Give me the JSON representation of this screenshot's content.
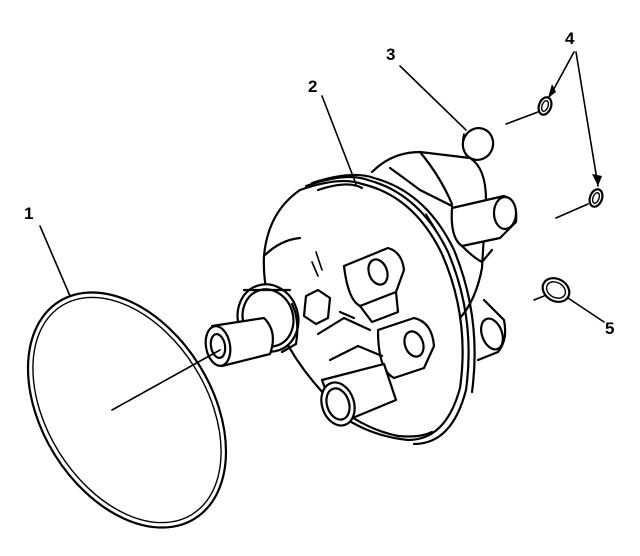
{
  "callouts": {
    "gasket": "1",
    "pump_body": "2",
    "plug": "3",
    "o_rings": "4",
    "seal": "5"
  },
  "colors": {
    "ink": "#000000",
    "paper": "#ffffff"
  }
}
